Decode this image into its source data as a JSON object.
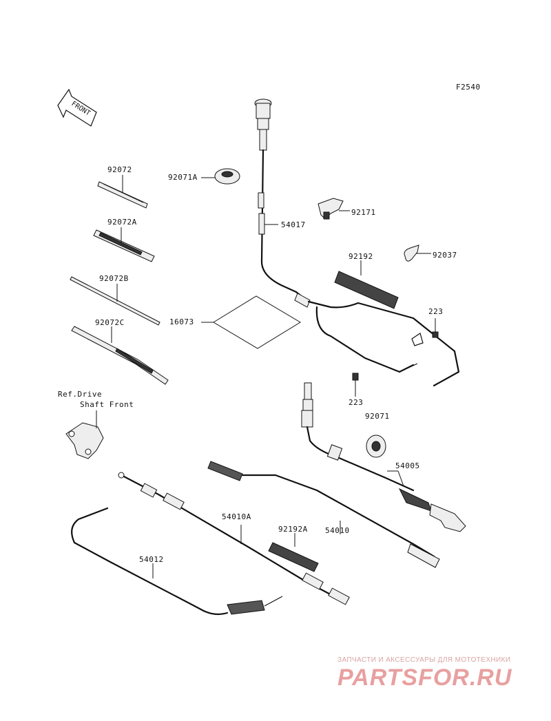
{
  "figure_code": "F2540",
  "direction_label": "FRONT",
  "reference_note": {
    "line1": "Ref.Drive",
    "line2": "Shaft Front"
  },
  "parts": [
    {
      "id": "92072",
      "name": "p-92072"
    },
    {
      "id": "92072A",
      "name": "p-92072a"
    },
    {
      "id": "92072B",
      "name": "p-92072b"
    },
    {
      "id": "92072C",
      "name": "p-92072c"
    },
    {
      "id": "92071A",
      "name": "p-92071a"
    },
    {
      "id": "16073",
      "name": "p-16073"
    },
    {
      "id": "54017",
      "name": "p-54017"
    },
    {
      "id": "92171",
      "name": "p-92171"
    },
    {
      "id": "92037",
      "name": "p-92037"
    },
    {
      "id": "92192",
      "name": "p-92192"
    },
    {
      "id": "223",
      "name": "p-223-a"
    },
    {
      "id": "223",
      "name": "p-223-b"
    },
    {
      "id": "92071",
      "name": "p-92071"
    },
    {
      "id": "54005",
      "name": "p-54005"
    },
    {
      "id": "54010A",
      "name": "p-54010a"
    },
    {
      "id": "92192A",
      "name": "p-92192a"
    },
    {
      "id": "54010",
      "name": "p-54010"
    },
    {
      "id": "54012",
      "name": "p-54012"
    }
  ],
  "watermark": {
    "tagline": "ЗАПЧАСТИ И АКСЕССУАРЫ ДЛЯ МОТОТЕХНИКИ",
    "brand": "PARTSFOR.RU",
    "color": "#e8a0a0"
  }
}
